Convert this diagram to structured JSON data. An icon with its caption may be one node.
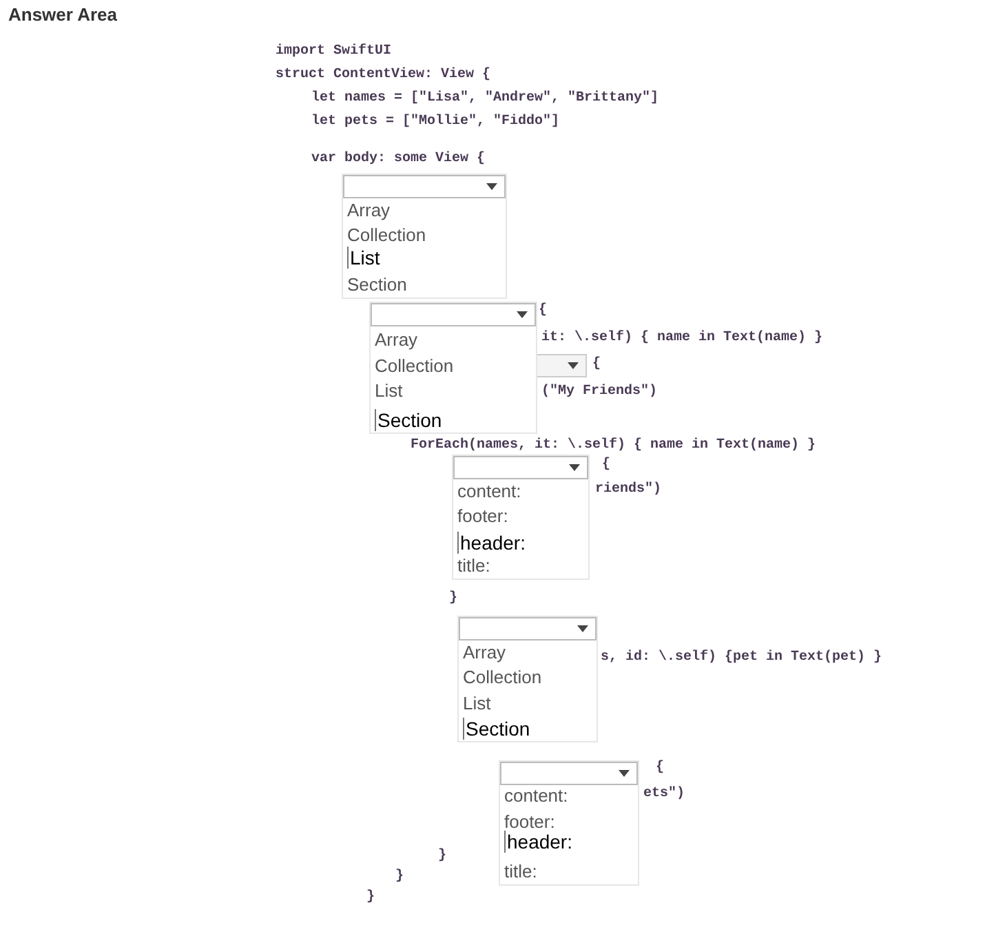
{
  "diagram": {
    "title": "Answer Area",
    "nodes": [
      {
        "text": [
          "Array",
          "Collection",
          "List",
          "Section"
        ]
      },
      {
        "text": [
          "Array",
          "Collection",
          "List",
          "Section"
        ]
      },
      {
        "text": [
          "content:",
          "footer:",
          "header:",
          "title:"
        ]
      },
      {
        "text": [
          "Array",
          "Collection",
          "List",
          "Section"
        ]
      },
      {
        "text": [
          "content:",
          "footer:",
          "header:",
          "title:"
        ]
      }
    ],
    "labels": [
      "import SwiftUI",
      "struct ContentView: View {",
      "let names = [\"Lisa\", \"Andrew\", \"Brittany\"]",
      "let pets = [\"Mollie\", \"Fiddo\"]",
      "var body: some View {",
      "{",
      "it: \\.self) { name in Text(name) }",
      "{",
      "(\"My Friends\")",
      "ForEach(names, it: \\.self) { name in Text(name) }",
      "{",
      "riends\")",
      "}",
      "s, id: \\.self) {pet in Text(pet) }",
      "{",
      "ets\")",
      "}",
      "}",
      "}"
    ]
  }
}
